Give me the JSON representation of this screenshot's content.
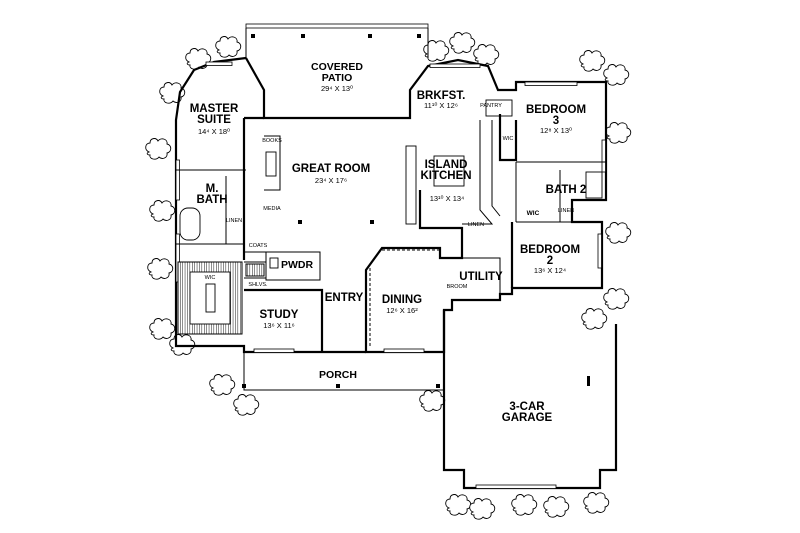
{
  "rooms": {
    "covered_patio": {
      "name": "COVERED\nPATIO",
      "dim": "29⁴ X 13⁰"
    },
    "master_suite": {
      "name": "MASTER\nSUITE",
      "dim": "14⁴ X 18⁰"
    },
    "brkfst": {
      "name": "BRKFST.",
      "dim": "11¹⁰ X 12⁶"
    },
    "bedroom3": {
      "name": "BEDROOM\n3",
      "dim": "12⁸ X 13⁰"
    },
    "great_room": {
      "name": "GREAT ROOM",
      "dim": "23⁴ X 17⁶"
    },
    "island_kitchen": {
      "name": "ISLAND\nKITCHEN",
      "dim": "13¹⁰ X 13⁴"
    },
    "m_bath": {
      "name": "M.\nBATH"
    },
    "bath2": {
      "name": "BATH 2"
    },
    "bedroom2": {
      "name": "BEDROOM\n2",
      "dim": "13⁶ X 12⁴"
    },
    "pwdr": {
      "name": "PWDR"
    },
    "utility": {
      "name": "UTILITY"
    },
    "study": {
      "name": "STUDY",
      "dim": "13⁶ X 11⁶"
    },
    "entry": {
      "name": "ENTRY"
    },
    "dining": {
      "name": "DINING",
      "dim": "12⁶ X 16²"
    },
    "porch": {
      "name": "PORCH"
    },
    "garage": {
      "name": "3-CAR\nGARAGE"
    }
  },
  "small_labels": {
    "pantry": "PANTRY",
    "wic_b3": "WIC",
    "books": "BOOKS",
    "media": "MEDIA",
    "linen_mb": "LINEN",
    "linen_k": "LINEN",
    "linen_b2": "LINEN",
    "wic_b2": "WIC",
    "wic_master": "WIC",
    "coats": "COATS",
    "shlvs": "SHLVS.",
    "broom": "BROOM"
  }
}
